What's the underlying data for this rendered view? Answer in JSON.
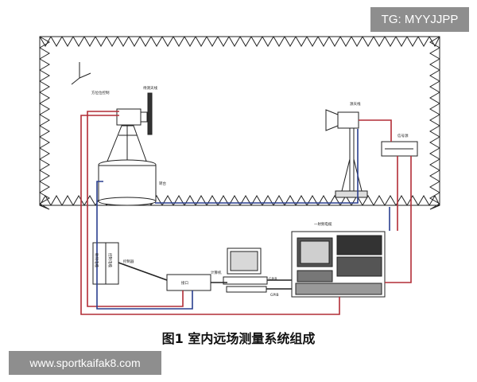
{
  "watermark_top": "TG: MYYJJPP",
  "watermark_bottom": "www.sportkaifak8.com",
  "caption": "图1 室内远场测量系统组成",
  "labels": {
    "axis_control": "方位位控制",
    "antenna_under_test": "待测天线",
    "turntable": "转台",
    "source_antenna": "源天线",
    "source_controller": "信号源",
    "receiver_cable": "一射频电缆",
    "controller_box": "控制器",
    "computer": "计算机",
    "interface": "接口",
    "cable_tag_1": "GPIB",
    "cable_tag_2": "GPIB",
    "vertical_text_1": "射频电缆",
    "vertical_text_2": "控制电缆"
  },
  "colors": {
    "red_cable": "#b22d36",
    "blue_cable": "#2a3f8f",
    "outline": "#222222"
  }
}
